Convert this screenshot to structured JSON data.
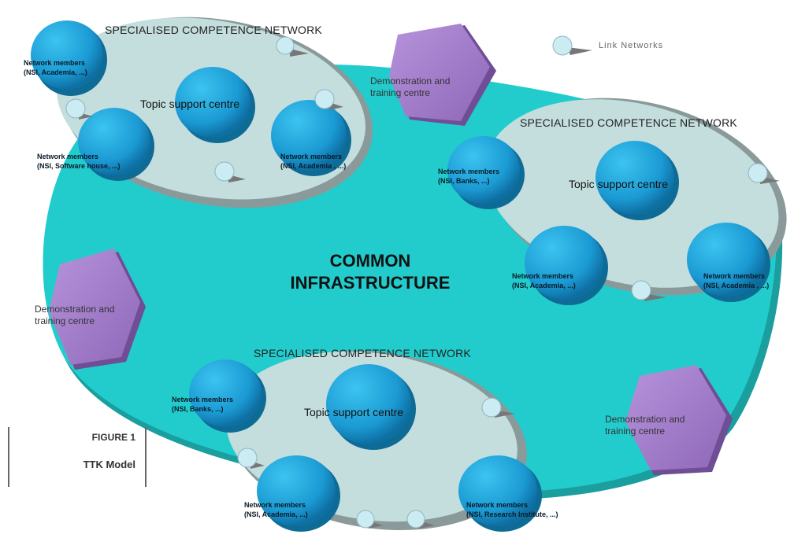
{
  "networks": [
    {
      "title": "SPECIALISED COMPETENCE NETWORK",
      "tsc": "Topic support centre",
      "members": [
        [
          "Network members",
          "(NSI, Academia, ...)"
        ],
        [
          "Network members",
          "(NSI, Software house, ...)"
        ],
        [
          "Network members",
          "(NSI, Academia , ...)"
        ]
      ]
    },
    {
      "title": "SPECIALISED COMPETENCE NETWORK",
      "tsc": "Topic support centre",
      "members": [
        [
          "Network members",
          "(NSI, Banks, ...)"
        ],
        [
          "Network members",
          "(NSI, Academia, ...)"
        ],
        [
          "Network members",
          "(NSI, Academia , ...)"
        ]
      ]
    },
    {
      "title": "SPECIALISED COMPETENCE NETWORK",
      "tsc": "Topic support centre",
      "members": [
        [
          "Network members",
          "(NSI, Banks, ...)"
        ],
        [
          "Network members",
          "(NSI, Academia, ...)"
        ],
        [
          "Network members",
          "(NSI, Research Institute, ...)"
        ]
      ]
    }
  ],
  "common": [
    "COMMON",
    "INFRASTRUCTURE"
  ],
  "demo_centres": [
    [
      "Demonstration and",
      "training centre"
    ],
    [
      "Demonstration and",
      "training centre"
    ],
    [
      "Demonstration and",
      "training centre"
    ]
  ],
  "legend": {
    "text": "Link Networks"
  },
  "figure": {
    "number": "FIGURE 1",
    "caption": "TTK Model"
  },
  "colors": {
    "infrastructure": "#22cccc",
    "network_oval": "#c4dede",
    "member_disc": "#1b9ad3",
    "demo_hex": "#a57fcc",
    "link_node": "#ccecf4"
  }
}
